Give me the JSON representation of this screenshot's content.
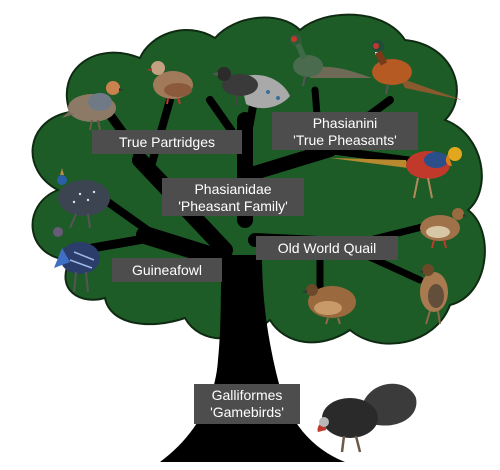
{
  "colors": {
    "canopy": "#1e5c27",
    "canopy_outline": "#0f2a12",
    "trunk": "#000000",
    "label_bg": "#4d4d4d",
    "label_text": "#ffffff"
  },
  "labels": {
    "true_partridges": "True Partridges",
    "phasianini": {
      "line1": "Phasianini",
      "line2": "'True Pheasants'"
    },
    "phasianidae": {
      "line1": "Phasianidae",
      "line2": "'Pheasant Family'"
    },
    "old_world_quail": "Old World Quail",
    "guineafowl": "Guineafowl",
    "galliformes": {
      "line1": "Galliformes",
      "line2": "'Gamebirds'"
    }
  },
  "bird_illustrations": [
    "grey-partridge-icon",
    "red-legged-partridge-icon",
    "peacock-pheasant-icon",
    "green-pheasant-icon",
    "common-pheasant-icon",
    "golden-pheasant-icon",
    "francolin-icon",
    "helmeted-guineafowl-icon",
    "vulturine-guineafowl-icon",
    "common-quail-icon",
    "rain-quail-icon",
    "turkey-icon"
  ]
}
